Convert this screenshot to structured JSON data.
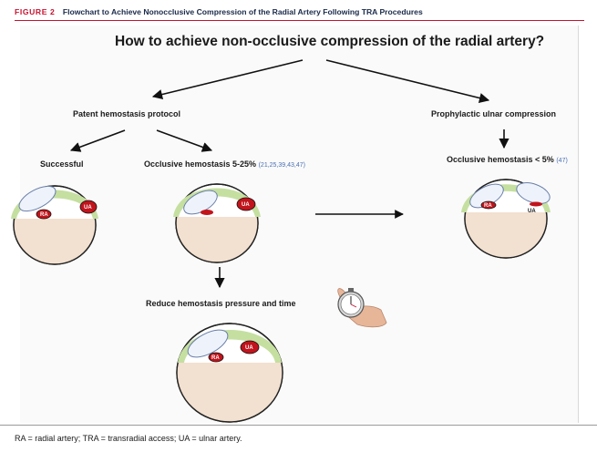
{
  "figure": {
    "label": "FIGURE 2",
    "title": "Flowchart to Achieve Nonocclusive Compression of the Radial Artery Following TRA Procedures"
  },
  "diagram": {
    "question": "How to achieve non-occlusive compression of the radial artery?",
    "patent_protocol": "Patent hemostasis protocol",
    "prophylactic": "Prophylactic ulnar compression",
    "successful": "Successful",
    "occlusive_main": "Occlusive hemostasis 5-25%",
    "occlusive_main_refs": "(21,25,39,43,47)",
    "occlusive_prophylactic": "Occlusive hemostasis < 5%",
    "occlusive_prophylactic_refs": "(47)",
    "reduce": "Reduce hemostasis pressure and time",
    "labels": {
      "ra": "RA",
      "ua": "UA"
    }
  },
  "colors": {
    "accent": "#c8102e",
    "band": "#c5dfa0",
    "skin": "#f2e0d0",
    "artery": "#c2141c",
    "ref": "#4a6fb5"
  },
  "icons": {
    "stopwatch": "stopwatch-hand-icon"
  },
  "footer": {
    "abbrev": "RA = radial artery; TRA = transradial access; UA = ulnar artery."
  }
}
